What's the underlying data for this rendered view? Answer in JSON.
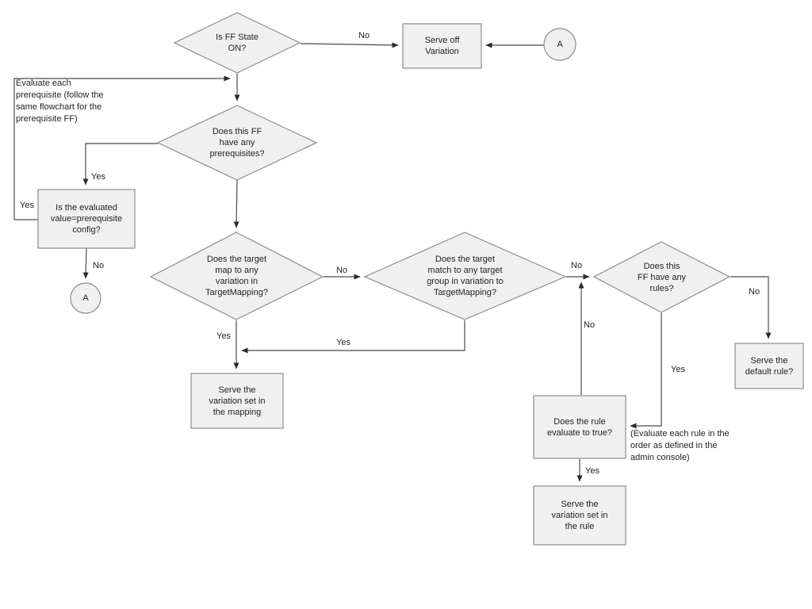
{
  "diagram": {
    "type": "flowchart",
    "colors": {
      "node_fill": "#f0f0f0",
      "node_border": "#8c8c8c",
      "connector": "#3f3f3f",
      "text": "#1f1f1f"
    },
    "nodes": {
      "is_ff_state_on": "Is FF State\nON?",
      "serve_off_variation": "Serve off\nVariation",
      "connector_a_top": "A",
      "has_prerequisites": "Does this FF\nhave any\nprerequisites?",
      "prereq_note": "Evaluate each\nprerequisite (follow the\nsame flowchart for the\nprerequisite FF)",
      "evaluated_value_check": "Is the evaluated\nvalue=prerequisite\nconfig?",
      "connector_a_left": "A",
      "target_mapping": "Does the target\nmap to any\nvariation in\nTargetMapping?",
      "target_group_match": "Does the target\nmatch to any target\ngroup in variation to\nTargetMapping?",
      "has_rules": "Does this\nFF have any\nrules?",
      "serve_variation_mapping": "Serve the\nvariation set in\nthe mapping",
      "serve_default_rule": "Serve the\ndefault rule?",
      "rule_evaluates_true": "Does the rule\nevaluate to true?",
      "serve_variation_rule": "Serve the\nvariation set in\nthe rule",
      "rules_note": "(Evaluate each rule in the\norder as defined in the\nadmin console)"
    },
    "edge_labels": {
      "ff_off_no": "No",
      "return_yes": "Yes",
      "prereq_yes": "Yes",
      "evaluated_no": "No",
      "map_no": "No",
      "map_yes": "Yes",
      "match_yes": "Yes",
      "match_no": "No",
      "rules_no": "No",
      "rules_yes": "Yes",
      "rule_eval_no": "No",
      "rule_eval_yes": "Yes"
    }
  }
}
